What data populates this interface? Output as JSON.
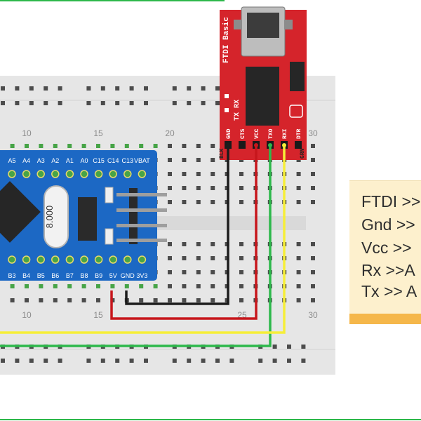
{
  "colors": {
    "breadboard": "#e6e6e6",
    "hole": "#4c4c4c",
    "hole_connected": "#47a447",
    "ftdi_board": "#d5242b",
    "blue_pill": "#1c68c4",
    "wire_black": "#1c1c1c",
    "wire_red": "#c7161c",
    "wire_green": "#2db84b",
    "wire_yellow": "#f6ee38",
    "note_bg": "#fdf0cd",
    "note_bar": "#f5b74a"
  },
  "breadboard": {
    "column_numbers": [
      "10",
      "15",
      "20",
      "25",
      "30"
    ]
  },
  "ftdi": {
    "title": "FTDI Basic",
    "pin_labels": [
      "GND",
      "CTS",
      "VCC",
      "TXO",
      "RXI",
      "DTR"
    ],
    "side_label": "TX RX",
    "bottom_labels": [
      "BLK",
      "GRN"
    ]
  },
  "blue_pill": {
    "top_pins": [
      "A5",
      "A4",
      "A3",
      "A2",
      "A1",
      "A0",
      "C15",
      "C14",
      "C13",
      "VBAT"
    ],
    "bottom_pins": [
      "B3",
      "B4",
      "B5",
      "B6",
      "B7",
      "B8",
      "B9",
      "5V",
      "GND",
      "3V3"
    ],
    "crystal_label": "8.000"
  },
  "note": {
    "lines": [
      "FTDI >>",
      "Gnd >>",
      "Vcc >>",
      "Rx >>A",
      "Tx >> A"
    ]
  }
}
